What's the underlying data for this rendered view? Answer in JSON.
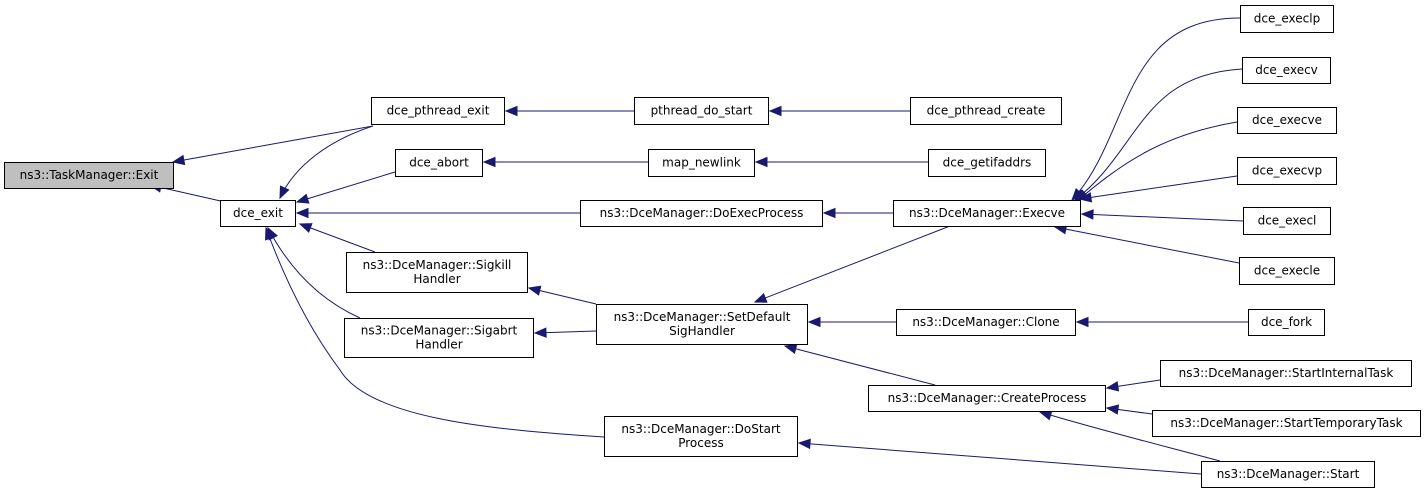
{
  "colors": {
    "edge": "#191970",
    "root_fill": "#bfbfbf",
    "node_fill": "#ffffff",
    "border": "#000000"
  },
  "nodes": [
    {
      "id": "task_exit",
      "lines": [
        "ns3::TaskManager::Exit"
      ],
      "root": true
    },
    {
      "id": "dce_exit",
      "lines": [
        "dce_exit"
      ]
    },
    {
      "id": "dce_pthread_exit",
      "lines": [
        "dce_pthread_exit"
      ]
    },
    {
      "id": "pthread_do_start",
      "lines": [
        "pthread_do_start"
      ]
    },
    {
      "id": "dce_pthread_create",
      "lines": [
        "dce_pthread_create"
      ]
    },
    {
      "id": "dce_abort",
      "lines": [
        "dce_abort"
      ]
    },
    {
      "id": "map_newlink",
      "lines": [
        "map_newlink"
      ]
    },
    {
      "id": "dce_getifaddrs",
      "lines": [
        "dce_getifaddrs"
      ]
    },
    {
      "id": "do_exec_process",
      "lines": [
        "ns3::DceManager::DoExecProcess"
      ]
    },
    {
      "id": "execve_mgr",
      "lines": [
        "ns3::DceManager::Execve"
      ]
    },
    {
      "id": "dce_execlp",
      "lines": [
        "dce_execlp"
      ]
    },
    {
      "id": "dce_execv",
      "lines": [
        "dce_execv"
      ]
    },
    {
      "id": "dce_execve",
      "lines": [
        "dce_execve"
      ]
    },
    {
      "id": "dce_execvp",
      "lines": [
        "dce_execvp"
      ]
    },
    {
      "id": "dce_execl",
      "lines": [
        "dce_execl"
      ]
    },
    {
      "id": "dce_execle",
      "lines": [
        "dce_execle"
      ]
    },
    {
      "id": "sigkill_handler",
      "lines": [
        "ns3::DceManager::Sigkill",
        "Handler"
      ]
    },
    {
      "id": "sigabrt_handler",
      "lines": [
        "ns3::DceManager::Sigabrt",
        "Handler"
      ]
    },
    {
      "id": "set_default_sighandler",
      "lines": [
        "ns3::DceManager::SetDefault",
        "SigHandler"
      ]
    },
    {
      "id": "clone_mgr",
      "lines": [
        "ns3::DceManager::Clone"
      ]
    },
    {
      "id": "dce_fork",
      "lines": [
        "dce_fork"
      ]
    },
    {
      "id": "create_process",
      "lines": [
        "ns3::DceManager::CreateProcess"
      ]
    },
    {
      "id": "start_internal_task",
      "lines": [
        "ns3::DceManager::StartInternalTask"
      ]
    },
    {
      "id": "start_temporary_task",
      "lines": [
        "ns3::DceManager::StartTemporaryTask"
      ]
    },
    {
      "id": "do_start_process",
      "lines": [
        "ns3::DceManager::DoStart",
        "Process"
      ]
    },
    {
      "id": "start_mgr",
      "lines": [
        "ns3::DceManager::Start"
      ]
    }
  ],
  "edges": [
    {
      "from": "dce_exit",
      "to": "task_exit"
    },
    {
      "from": "dce_pthread_exit",
      "to": "task_exit"
    },
    {
      "from": "dce_pthread_exit",
      "to": "dce_exit"
    },
    {
      "from": "pthread_do_start",
      "to": "dce_pthread_exit"
    },
    {
      "from": "dce_pthread_create",
      "to": "pthread_do_start"
    },
    {
      "from": "dce_abort",
      "to": "dce_exit"
    },
    {
      "from": "map_newlink",
      "to": "dce_abort"
    },
    {
      "from": "dce_getifaddrs",
      "to": "map_newlink"
    },
    {
      "from": "do_exec_process",
      "to": "dce_exit"
    },
    {
      "from": "execve_mgr",
      "to": "do_exec_process"
    },
    {
      "from": "dce_execlp",
      "to": "execve_mgr"
    },
    {
      "from": "dce_execv",
      "to": "execve_mgr"
    },
    {
      "from": "dce_execve",
      "to": "execve_mgr"
    },
    {
      "from": "dce_execvp",
      "to": "execve_mgr"
    },
    {
      "from": "dce_execl",
      "to": "execve_mgr"
    },
    {
      "from": "dce_execle",
      "to": "execve_mgr"
    },
    {
      "from": "sigkill_handler",
      "to": "dce_exit"
    },
    {
      "from": "sigabrt_handler",
      "to": "dce_exit"
    },
    {
      "from": "set_default_sighandler",
      "to": "sigkill_handler"
    },
    {
      "from": "set_default_sighandler",
      "to": "sigabrt_handler"
    },
    {
      "from": "execve_mgr",
      "to": "set_default_sighandler"
    },
    {
      "from": "clone_mgr",
      "to": "set_default_sighandler"
    },
    {
      "from": "dce_fork",
      "to": "clone_mgr"
    },
    {
      "from": "create_process",
      "to": "set_default_sighandler"
    },
    {
      "from": "start_internal_task",
      "to": "create_process"
    },
    {
      "from": "start_temporary_task",
      "to": "create_process"
    },
    {
      "from": "start_mgr",
      "to": "create_process"
    },
    {
      "from": "do_start_process",
      "to": "dce_exit"
    },
    {
      "from": "start_mgr",
      "to": "do_start_process"
    }
  ]
}
